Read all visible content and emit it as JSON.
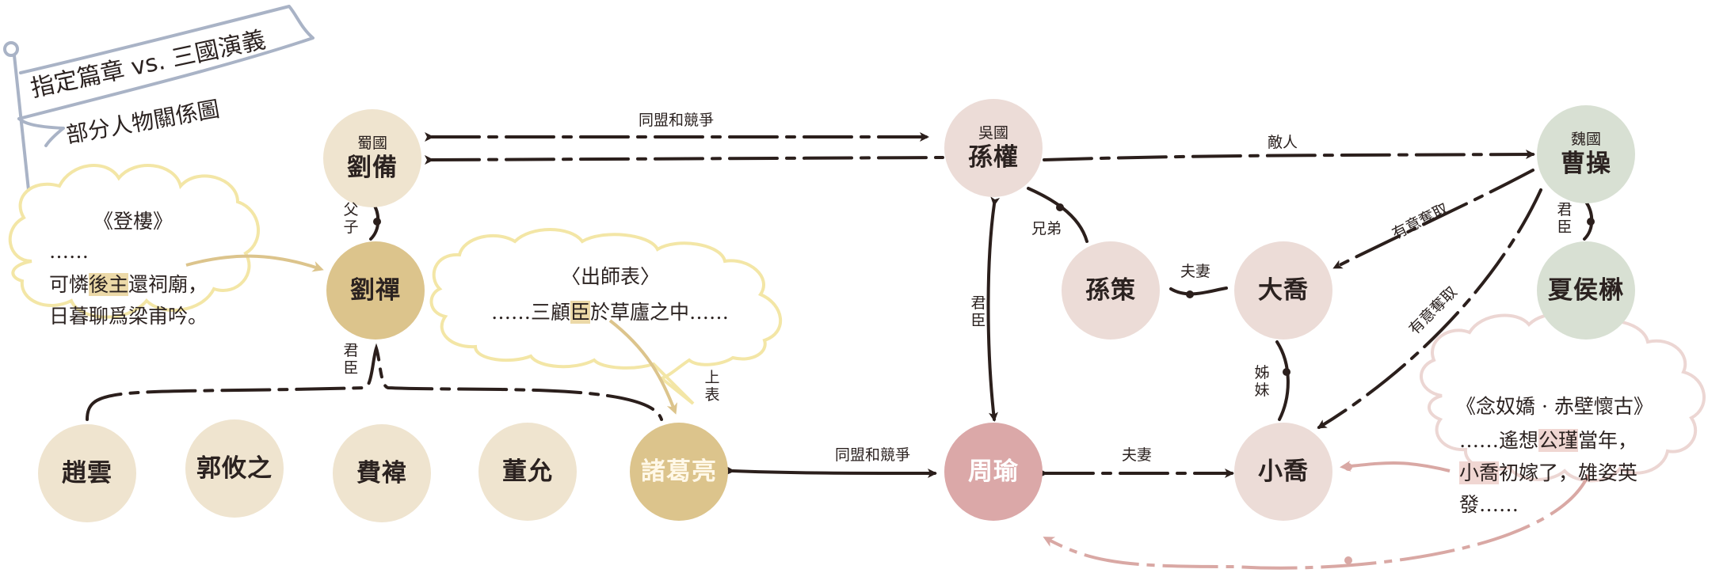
{
  "title": {
    "line1": "指定篇章 vs. 三國演義",
    "line2": "部分人物關係圖"
  },
  "colors": {
    "shu": "#efe4cf",
    "shu_key": "#dcc48c",
    "wu": "#ecdcd7",
    "wu_key": "#dba8a8",
    "wei": "#d8e0d3",
    "line": "#2b1f1c",
    "pink_line": "#d9a8a4",
    "cloud_yellow": "#f3e6a6",
    "cloud_pink": "#ecd6d3"
  },
  "nodes": {
    "liubei": {
      "kingdom": "蜀國",
      "name": "劉備"
    },
    "sunquan": {
      "kingdom": "吳國",
      "name": "孫權"
    },
    "caocao": {
      "kingdom": "魏國",
      "name": "曹操"
    },
    "liushan": {
      "name": "劉禪"
    },
    "sunce": {
      "name": "孫策"
    },
    "daqiao": {
      "name": "大喬"
    },
    "xiahoumao": {
      "name": "夏侯楙"
    },
    "zhaoyun": {
      "name": "趙雲"
    },
    "guoyouzhi": {
      "name": "郭攸之"
    },
    "feiyi": {
      "name": "費褘"
    },
    "dongyun": {
      "name": "董允"
    },
    "zhugeliang": {
      "name": "諸葛亮"
    },
    "zhouyu": {
      "name": "周瑜"
    },
    "xiaoqiao": {
      "name": "小喬"
    }
  },
  "relations": {
    "liubei_sunquan": "同盟和競爭",
    "sunquan_caocao": "敵人",
    "liubei_liushan": "父子",
    "sunquan_sunce": "兄弟",
    "sunce_daqiao": "夫妻",
    "caocao_xiahoumao": "君臣",
    "caocao_daqiao": "有意奪取",
    "caocao_xiaoqiao": "有意奪取",
    "sunquan_zhouyu": "君臣",
    "liushan_ministers": "君臣",
    "zhugeliang_memorial": "上表",
    "daqiao_xiaoqiao": "姊妹",
    "zhugeliang_zhouyu": "同盟和競爭",
    "zhouyu_xiaoqiao": "夫妻"
  },
  "clouds": {
    "denglou": {
      "title": "《登樓》",
      "line1": "……",
      "line2_a": "可憐",
      "line2_hl": "後主",
      "line2_b": "還祠廟，",
      "line3": "日暮聊爲梁甫吟。"
    },
    "chushibiao": {
      "title": "〈出師表〉",
      "line1_a": "……三顧",
      "line1_hl": "臣",
      "line1_b": "於草廬之中……"
    },
    "niannujiao": {
      "title": "《念奴嬌 · 赤壁懷古》",
      "line1_a": "……遙想",
      "line1_hl": "公瑾",
      "line1_b": "當年，",
      "line2_hl": "小喬",
      "line2_b": "初嫁了，雄姿英",
      "line3": "發……"
    }
  }
}
